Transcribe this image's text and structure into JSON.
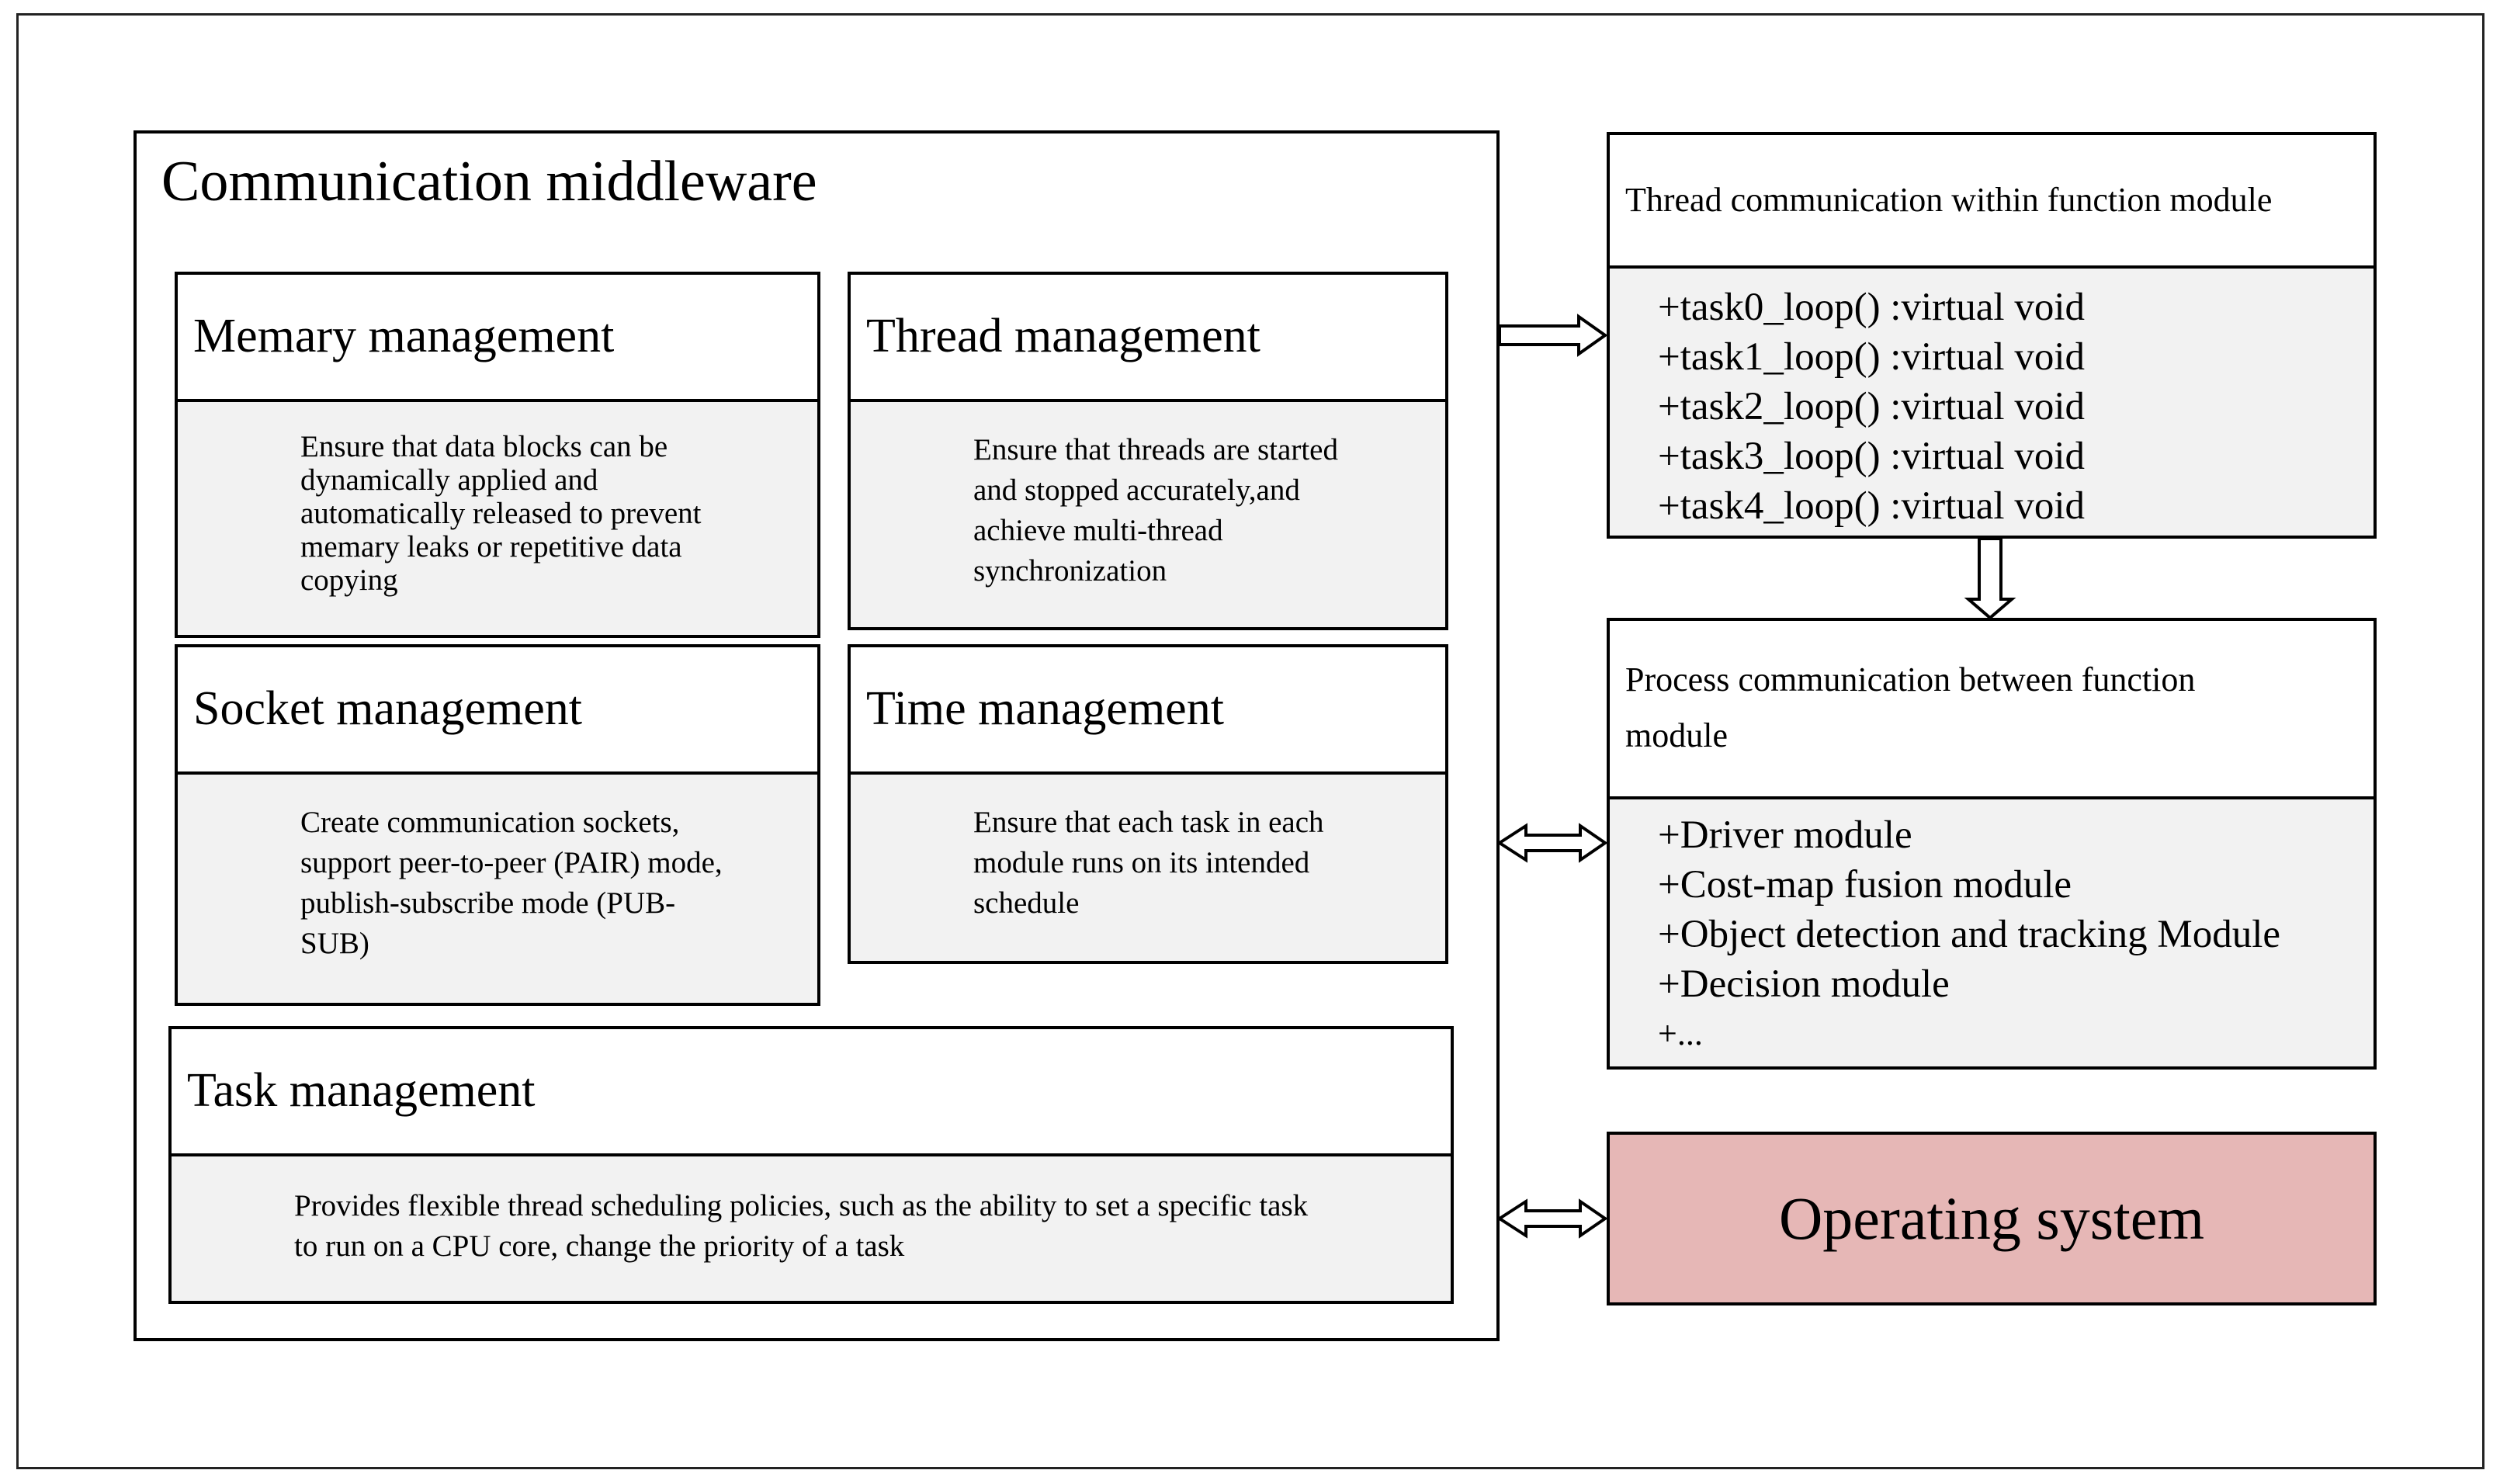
{
  "middleware": {
    "title": "Communication middleware",
    "memory": {
      "title": "Memary management",
      "lines": [
        "Ensure that data blocks can be",
        "dynamically applied and",
        "automatically released to prevent",
        "memary leaks or repetitive data",
        "copying"
      ]
    },
    "thread": {
      "title": "Thread management",
      "lines": [
        "Ensure that threads are started",
        "and stopped accurately,and",
        "achieve multi-thread",
        "synchronization"
      ]
    },
    "socket": {
      "title": "Socket management",
      "lines": [
        "Create communication sockets,",
        "support peer-to-peer (PAIR) mode,",
        "publish-subscribe mode (PUB-",
        "SUB)"
      ]
    },
    "time": {
      "title": "Time management",
      "lines": [
        "Ensure that each task in each",
        "module runs on its intended",
        "schedule"
      ]
    },
    "task": {
      "title": "Task management",
      "lines": [
        "Provides flexible thread scheduling policies, such as the ability to set a specific task",
        "to run on a CPU core, change the priority of a task"
      ]
    }
  },
  "thread_comm": {
    "title": "Thread communication within function module",
    "items": [
      "+task0_loop() :virtual void",
      "+task1_loop() :virtual void",
      "+task2_loop() :virtual void",
      "+task3_loop() :virtual void",
      "+task4_loop() :virtual void"
    ]
  },
  "process_comm": {
    "title_lines": [
      "Process communication between function",
      "module"
    ],
    "items": [
      "+Driver module",
      "+Cost-map fusion module",
      "+Object detection and tracking Module",
      "+Decision module",
      "+..."
    ]
  },
  "os": {
    "label": "Operating system",
    "color": "#e6b7b6"
  }
}
